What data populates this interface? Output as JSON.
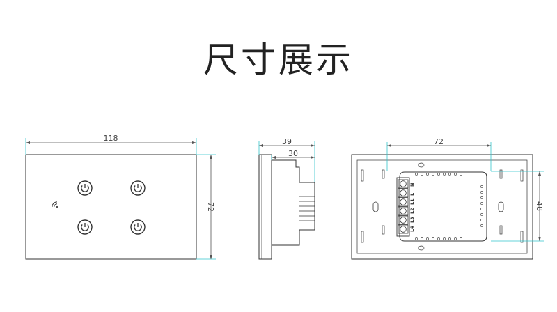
{
  "title": "尺寸展示",
  "front_view": {
    "width_label": "118",
    "height_label": "72",
    "buttons": 4
  },
  "side_view": {
    "depth_total_label": "39",
    "depth_body_label": "30"
  },
  "back_view": {
    "mount_width_label": "72",
    "mount_height_label": "48",
    "terminals": [
      "L4",
      "L3",
      "L2",
      "L1",
      "L",
      "N"
    ]
  },
  "colors": {
    "line": "#333333",
    "dimension": "#555555",
    "accent": "#33c4cc"
  }
}
